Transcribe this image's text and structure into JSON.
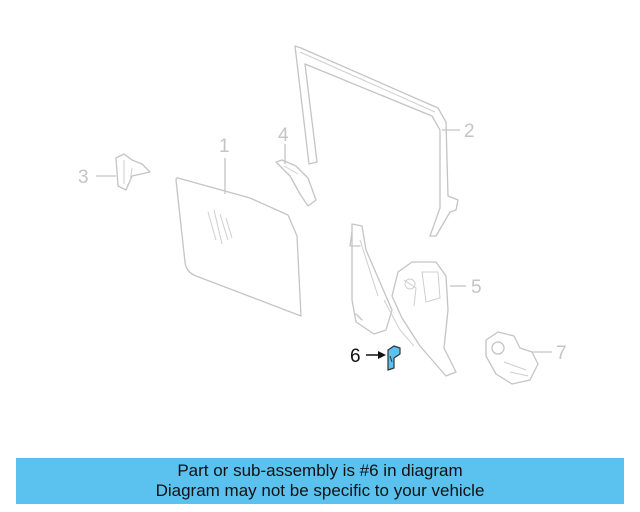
{
  "diagram": {
    "callouts": [
      "1",
      "2",
      "3",
      "4",
      "5",
      "6",
      "7"
    ],
    "highlighted_callout": "6",
    "highlight_color": "#5bc2f0"
  },
  "banner": {
    "line1": "Part or sub-assembly is #6 in diagram",
    "line2": "Diagram may not be specific to your vehicle",
    "background": "#5bc2f0"
  }
}
